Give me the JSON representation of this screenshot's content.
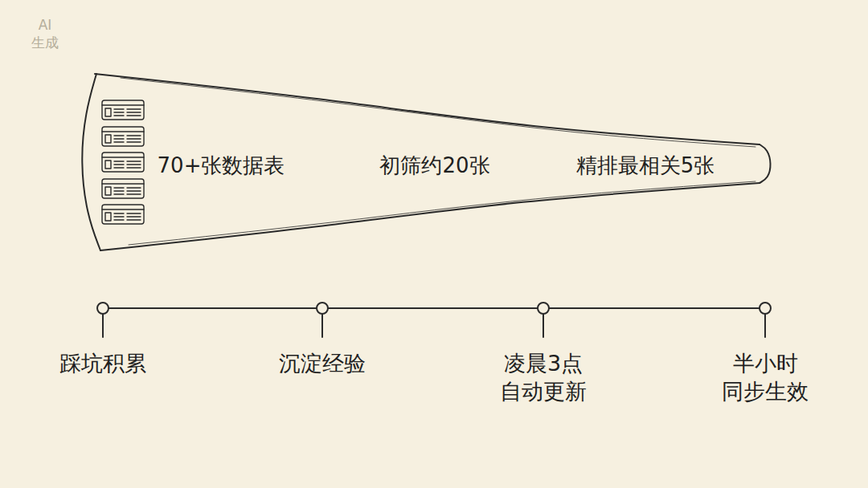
{
  "diagram": {
    "nodes": [
      {
        "text": [
          "70+张数据表",
          "初筛约20张",
          "精排最相关5张"
        ]
      }
    ],
    "labels": [
      "AI 生成",
      "踩坑积累",
      "沉淀经验",
      "凌晨3点 自动更新",
      "半小时 同步生效"
    ]
  }
}
